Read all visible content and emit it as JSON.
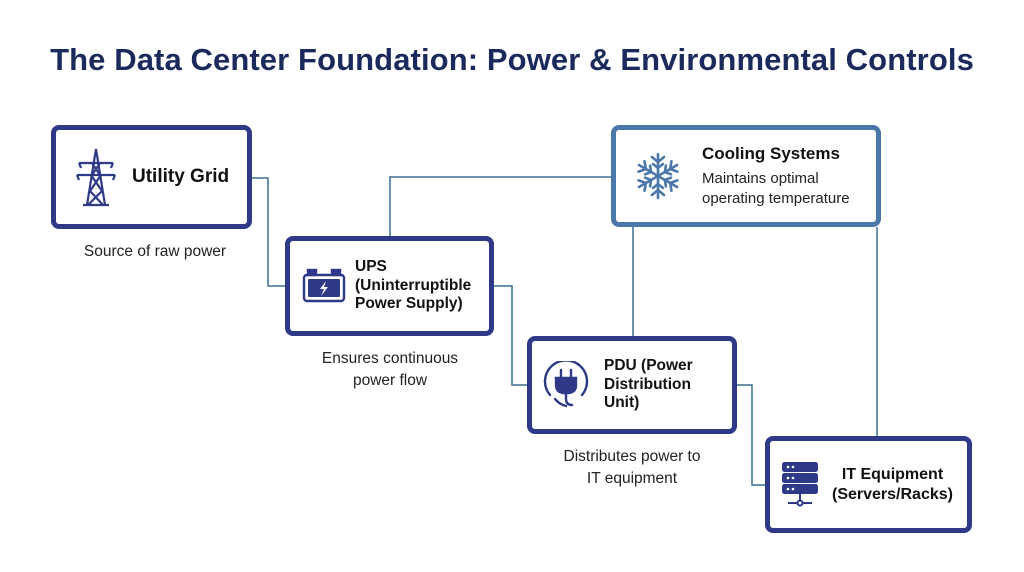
{
  "title": "The Data Center Foundation: Power & Environmental Controls",
  "nodes": {
    "utility_grid": {
      "label": "Utility Grid",
      "caption": [
        "Source of raw power"
      ],
      "icon": "power-tower-icon"
    },
    "ups": {
      "label": [
        "UPS",
        "(Uninterruptible",
        "Power Supply)"
      ],
      "caption": [
        "Ensures continuous",
        "power flow"
      ],
      "icon": "battery-icon"
    },
    "pdu": {
      "label": [
        "PDU (Power",
        "Distribution",
        "Unit)"
      ],
      "caption": [
        "Distributes power to",
        "IT equipment"
      ],
      "icon": "plug-icon"
    },
    "it_equipment": {
      "label": [
        "IT Equipment",
        "(Servers/Racks)"
      ],
      "icon": "server-rack-icon"
    },
    "cooling": {
      "label": "Cooling Systems",
      "description": [
        "Maintains optimal",
        "operating temperature"
      ],
      "icon": "snowflake-icon"
    }
  },
  "colors": {
    "title": "#1b2a5c",
    "power_node_border": "#2e3a87",
    "cooling_node_border": "#4a78a8",
    "connector": "#3a6f93"
  }
}
